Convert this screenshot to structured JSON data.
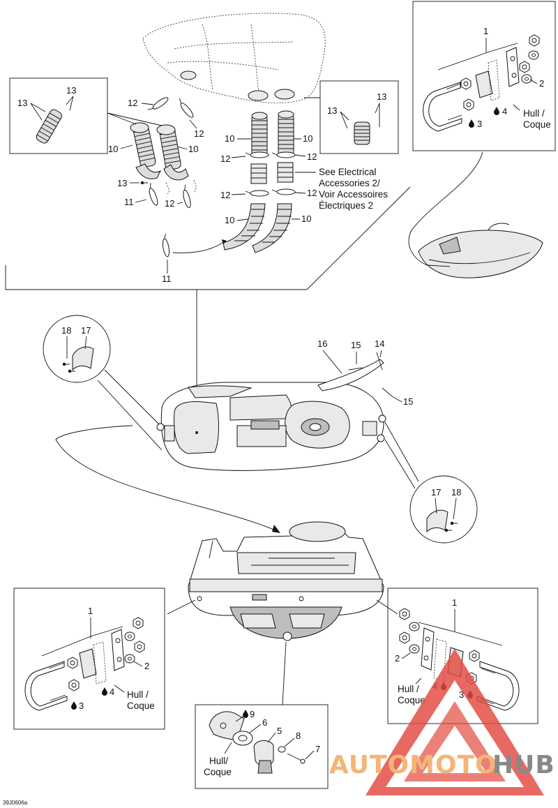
{
  "figure_code": "39J0606a",
  "watermark": {
    "part1": "AUTOMOTO",
    "part2": "HUB",
    "color1": "#f2a65a",
    "color2": "#707070",
    "triangle_color": "#e2493f"
  },
  "notes": {
    "electrical_line1": "See Electrical",
    "electrical_line2": "Accessories 2/",
    "electrical_line3": "Voir Accessoires",
    "electrical_line4": "Électriques 2",
    "hull_a": "Hull /",
    "hull_b": "Coque",
    "hull_c": "Hull/",
    "hull_d": "Coque"
  },
  "callouts": {
    "n1": "1",
    "n2": "2",
    "n3": "3",
    "n4": "4",
    "n5": "5",
    "n6": "6",
    "n7": "7",
    "n8": "8",
    "n9": "9",
    "n10": "10",
    "n11": "11",
    "n12": "12",
    "n13": "13",
    "n14": "14",
    "n15": "15",
    "n16": "16",
    "n17": "17",
    "n18": "18"
  },
  "icons": [
    "sealant-drop-icon"
  ]
}
